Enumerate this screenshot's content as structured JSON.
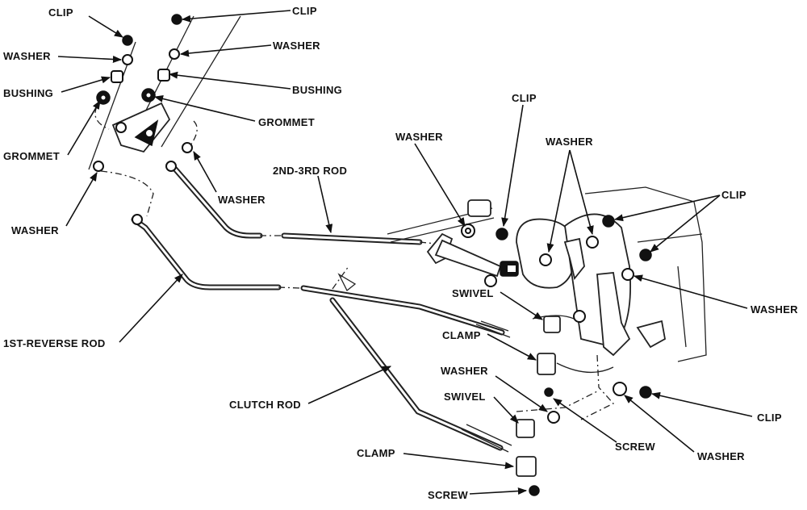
{
  "labels": {
    "clip_top_left": "CLIP",
    "washer_top_left": "WASHER",
    "bushing_left": "BUSHING",
    "grommet_left": "GROMMET",
    "washer_left": "WASHER",
    "clip_top_mid": "CLIP",
    "washer_top_mid": "WASHER",
    "bushing_mid": "BUSHING",
    "grommet_mid": "GROMMET",
    "rod_2nd_3rd": "2ND-3RD ROD",
    "washer_mid": "WASHER",
    "rod_1st_reverse": "1ST-REVERSE ROD",
    "clutch_rod": "CLUTCH ROD",
    "washer_center": "WASHER",
    "clip_center": "CLIP",
    "washer_right_top": "WASHER",
    "clip_right": "CLIP",
    "washer_right": "WASHER",
    "swivel_upper": "SWIVEL",
    "clamp_upper": "CLAMP",
    "washer_lower": "WASHER",
    "swivel_lower": "SWIVEL",
    "screw_upper": "SCREW",
    "washer_bottom_right": "WASHER",
    "clip_bottom_right": "CLIP",
    "clamp_lower": "CLAMP",
    "screw_lower": "SCREW"
  }
}
